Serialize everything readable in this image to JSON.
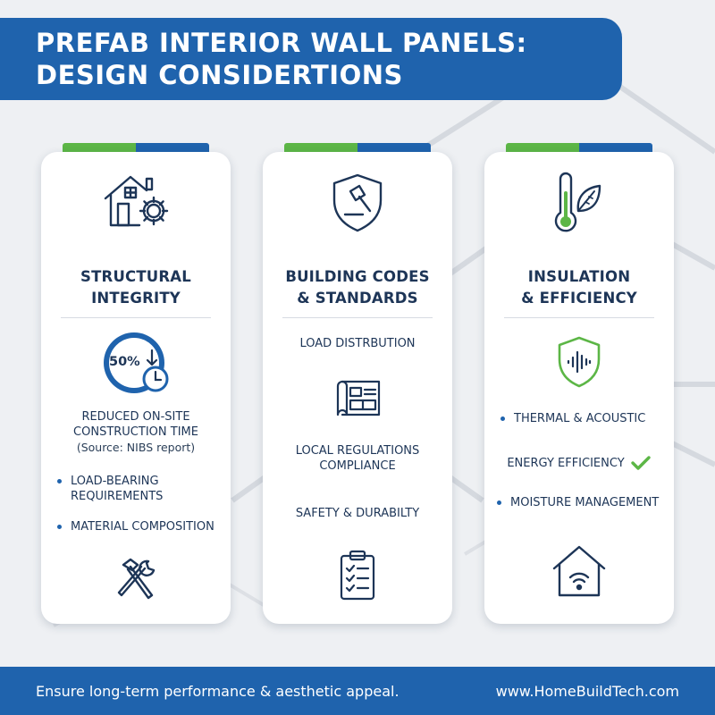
{
  "title": {
    "line1": "PREFAB INTERIOR WALL PANELS:",
    "line2": "DESIGN CONSIDERTIONS"
  },
  "colors": {
    "primary": "#1f63ad",
    "accent_green": "#5cb646",
    "text_dark": "#1d3557",
    "background": "#eef0f3"
  },
  "cards": [
    {
      "icon": "house-gear-icon",
      "heading": [
        "STRUCTURAL",
        "INTEGRITY"
      ],
      "stat": {
        "value": "50%",
        "icon": "clock-down-arrow-icon",
        "label_lines": [
          "REDUCED ON-SITE",
          "CONSTRUCTION TIME"
        ],
        "source": "(Source: NIBS report)"
      },
      "bullets": [
        [
          "LOAD-BEARING",
          "REQUIREMENTS"
        ],
        [
          "MATERIAL COMPOSITION"
        ]
      ],
      "bottom_icon": "hammer-wrench-icon"
    },
    {
      "icon": "shield-gavel-icon",
      "heading": [
        "BUILDING CODES",
        "& STANDARDS"
      ],
      "items": [
        "LOAD DISTRBUTION",
        "LOCAL REGULATIONS",
        "COMPLIANCE",
        "SAFETY & DURABILTY"
      ],
      "mid_icon": "blueprint-icon",
      "bottom_icon": "clipboard-checklist-icon"
    },
    {
      "icon": "thermometer-leaf-icon",
      "heading": [
        "INSULATION",
        "& EFFICIENCY"
      ],
      "mid_icon": "shield-soundwave-icon",
      "items": [
        "THERMAL & ACOUSTIC",
        "ENERGY EFFICIENCY",
        "MOISTURE MANAGEMENT"
      ],
      "check_icon": "checkmark-icon",
      "bottom_icon": "smart-home-wifi-icon"
    }
  ],
  "footer": {
    "tagline": "Ensure long-term performance & aesthetic appeal.",
    "url": "www.HomeBuildTech.com"
  }
}
